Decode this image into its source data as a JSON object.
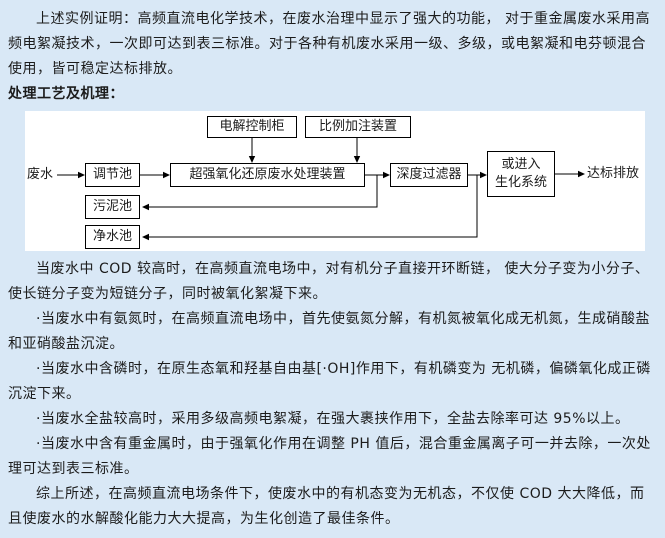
{
  "page": {
    "bg_color": "#d9e8f6",
    "diagram_bg_color": "#ffffff",
    "line_color": "#000000"
  },
  "paragraphs": {
    "intro": "上述实例证明：高频直流电化学技术，在废水治理中显示了强大的功能， 对于重金属废水采用高频电絮凝技术，一次即可达到表三标准。对于各种有机废水采用一级、多级，或电絮凝和电芬顿混合使用，皆可稳定达标排放。",
    "heading": "处理工艺及机理：",
    "cod": "当废水中 COD 较高时，在高频直流电场中，对有机分子直接开环断链， 使大分子变为小分子、使长链分子变为短链分子，同时被氧化絮凝下来。",
    "ammonia": "·当废水中有氨氮时，在高频直流电场中，首先使氨氮分解，有机氮被氧化成无机氮，生成硝酸盐和亚硝酸盐沉淀。",
    "phosphorus": "·当废水中含磷时，在原生态氧和羟基自由基[·OH]作用下，有机磷变为 无机磷，偏磷氧化成正磷沉淀下来。",
    "salt": "·当废水全盐较高时，采用多级高频电絮凝，在强大裹挟作用下，全盐去除率可达 95%以上。",
    "heavy_metal": "·当废水中含有重金属时，由于强氧化作用在调整 PH 值后，混合重金属离子可一并去除，一次处理可达到表三标准。",
    "conclusion": "综上所述，在高频直流电场条件下，使废水中的有机态变为无机态，不仅使 COD 大大降低，而且使废水的水解酸化能力大大提高，为生化创造了最佳条件。"
  },
  "diagram": {
    "boxes": {
      "electrolysis_control": "电解控制柜",
      "dosing_device": "比例加注装置",
      "regulating_pool": "调节池",
      "sludge_pool": "污泥池",
      "clean_water_pool": "净水池",
      "oxidation_device": "超强氧化还原废水处理装置",
      "depth_filter": "深度过滤器",
      "bio_system_line1": "或进入",
      "bio_system_line2": "生化系统"
    },
    "labels": {
      "wastewater": "废水",
      "discharge": "达标排放"
    }
  }
}
